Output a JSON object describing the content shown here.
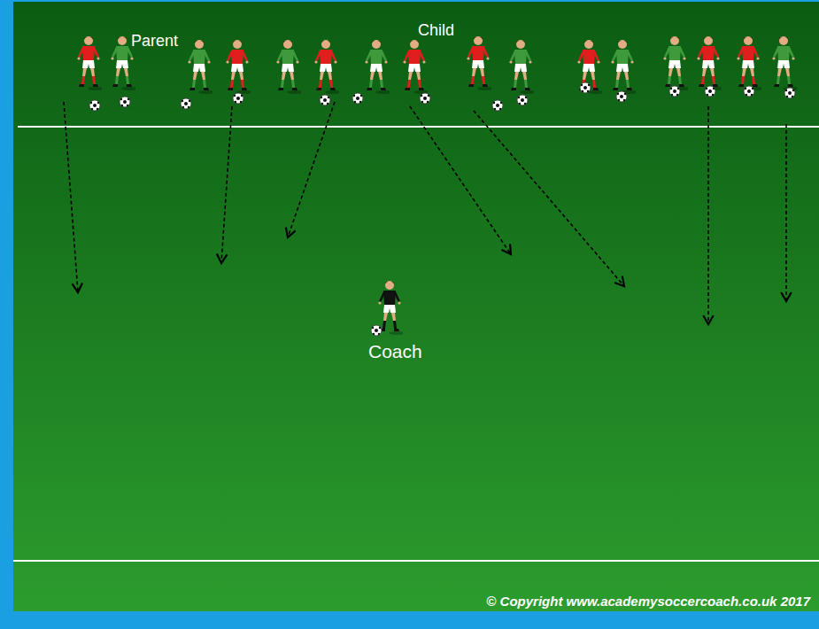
{
  "diagram": {
    "labels": [
      "Parent",
      "Child",
      "Coach",
      "© Copyright www.academysoccercoach.co.uk 2017"
    ]
  }
}
